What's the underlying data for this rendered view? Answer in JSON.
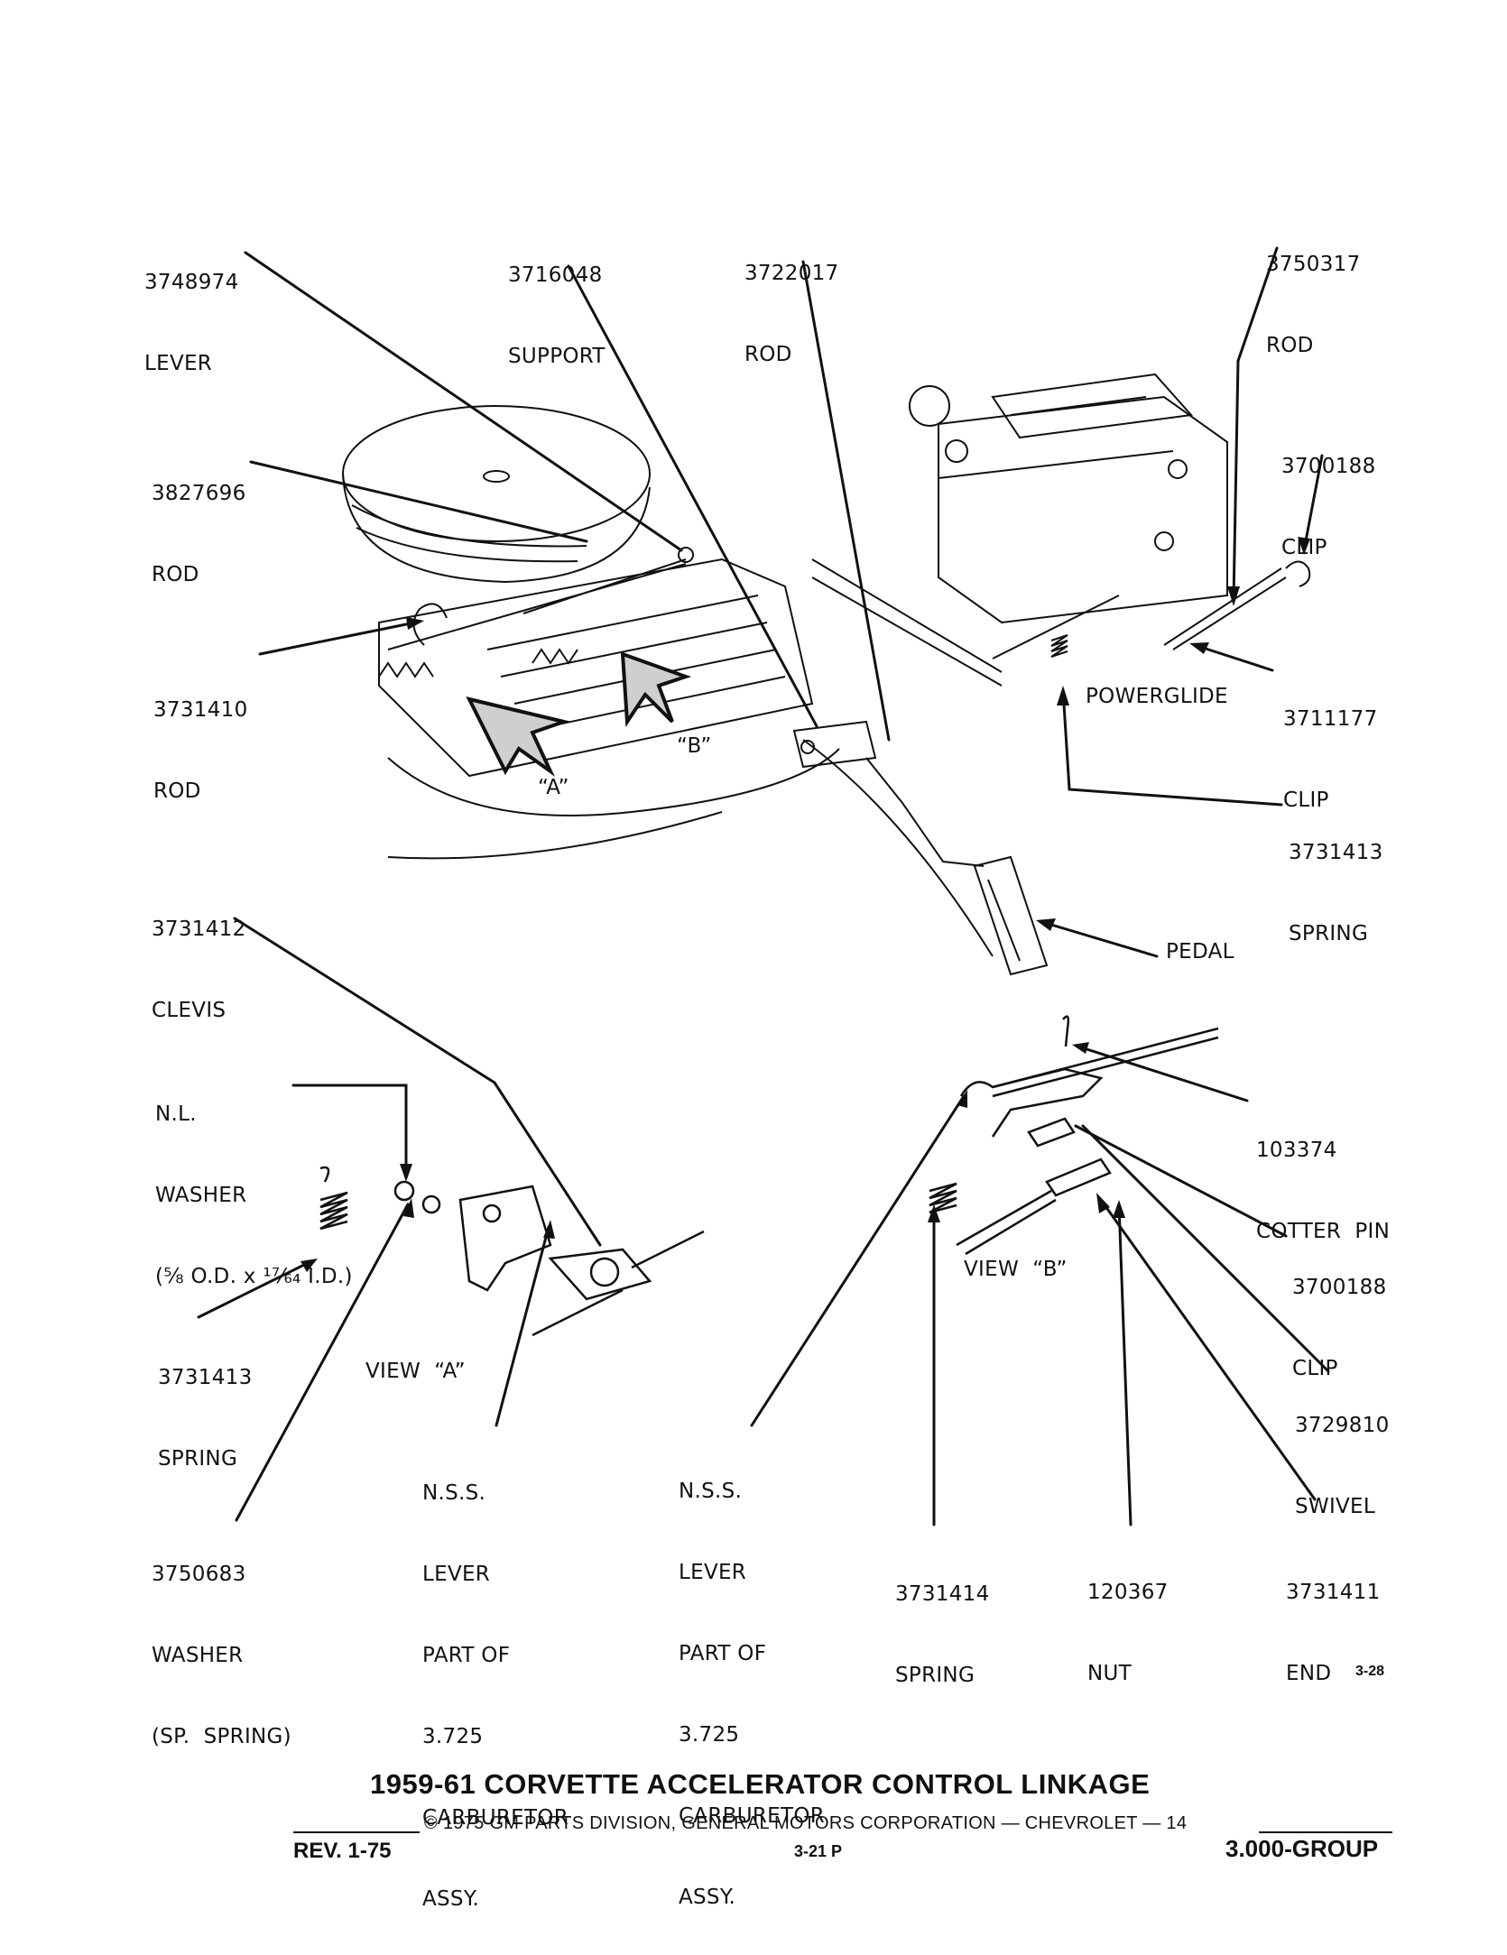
{
  "document": {
    "title": "1959-61 CORVETTE ACCELERATOR CONTROL LINKAGE",
    "copyright": "© 1975 GM PARTS DIVISION, GENERAL MOTORS CORPORATION — CHEVROLET — 14",
    "revision": "REV. 1-75",
    "page": "3-21  P",
    "group": "3.000-GROUP",
    "figure_number": "3-28"
  },
  "callouts": {
    "lever_3748974": {
      "part": "3748974",
      "name": "LEVER"
    },
    "support_3716048": {
      "part": "3716048",
      "name": "SUPPORT"
    },
    "rod_3722017": {
      "part": "3722017",
      "name": "ROD"
    },
    "rod_3750317": {
      "part": "3750317",
      "name": "ROD"
    },
    "rod_3827696": {
      "part": "3827696",
      "name": "ROD"
    },
    "clip_3700188_top": {
      "part": "3700188",
      "name": "CLIP"
    },
    "rod_3731410": {
      "part": "3731410",
      "name": "ROD"
    },
    "clip_3711177": {
      "part": "3711177",
      "name": "CLIP"
    },
    "spring_3731413_top": {
      "part": "3731413",
      "name": "SPRING"
    },
    "clevis_3731412": {
      "part": "3731412",
      "name": "CLEVIS"
    },
    "pedal": {
      "name": "PEDAL"
    },
    "washer_nl": {
      "line1": "N.L.",
      "line2": "WASHER",
      "line3": "(⅝ O.D. x ¹⁷⁄₆₄ I.D.)"
    },
    "cotter_pin_103374": {
      "part": "103374",
      "name": "COTTER  PIN"
    },
    "clip_3700188_bottom": {
      "part": "3700188",
      "name": "CLIP"
    },
    "spring_3731413_bottom": {
      "part": "3731413",
      "name": "SPRING"
    },
    "swivel_3729810": {
      "part": "3729810",
      "name": "SWIVEL"
    },
    "washer_3750683": {
      "part": "3750683",
      "name": "WASHER",
      "note": "(SP.  SPRING)"
    },
    "nss_lever_a": {
      "lines": [
        "N.S.S.",
        "LEVER",
        "PART OF",
        "3.725",
        "CARBURETOR",
        "ASSY."
      ]
    },
    "nss_lever_b": {
      "lines": [
        "N.S.S.",
        "LEVER",
        "PART OF",
        "3.725",
        "CARBURETOR",
        "ASSY."
      ]
    },
    "spring_3731414": {
      "part": "3731414",
      "name": "SPRING"
    },
    "nut_120367": {
      "part": "120367",
      "name": "NUT"
    },
    "end_3731411": {
      "part": "3731411",
      "name": "END"
    }
  },
  "view_labels": {
    "powerglide": "POWERGLIDE",
    "view_a": "VIEW  “A”",
    "view_b": "VIEW  “B”",
    "arrow_a": "“A”",
    "arrow_b": "“B”"
  }
}
